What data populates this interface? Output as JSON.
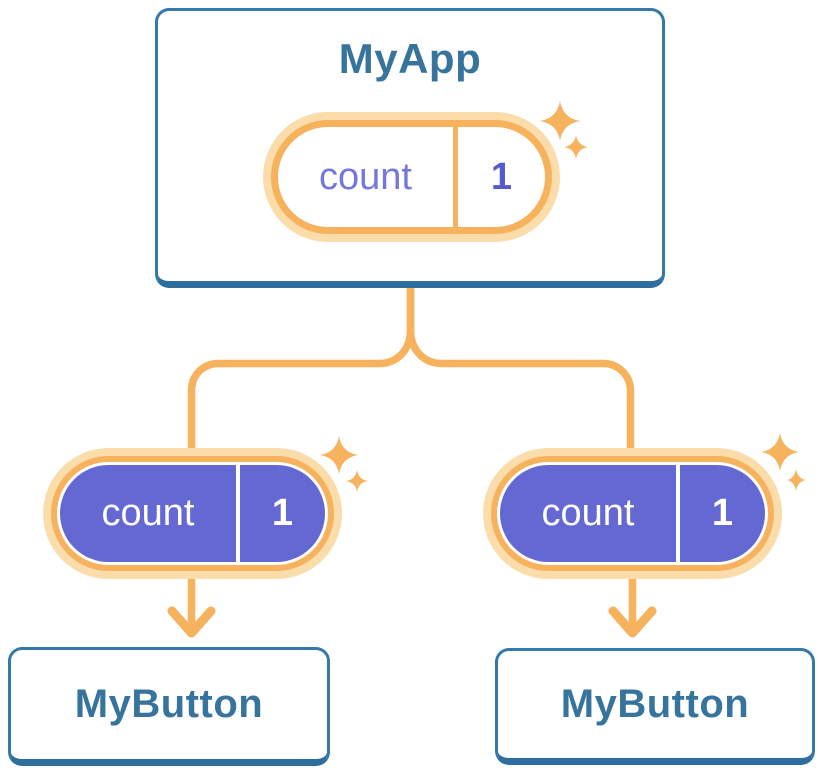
{
  "root_component": {
    "title": "MyApp",
    "state_pill": {
      "label": "count",
      "value": "1"
    }
  },
  "left_child": {
    "title": "MyButton",
    "prop_pill": {
      "label": "count",
      "value": "1"
    }
  },
  "right_child": {
    "title": "MyButton",
    "prop_pill": {
      "label": "count",
      "value": "1"
    }
  },
  "icons": {
    "sparkle": "✦"
  },
  "colors": {
    "background": "#ffffff",
    "card_fill": "#ffffff",
    "card_border": "#3579a8",
    "card_border_bottom": "#2e6e9e",
    "title_text": "#36749d",
    "line_orange": "#f6b25c",
    "glow_peach": "#fbdcab",
    "pill_purple": "#6468d3",
    "pill_label_purple": "#7477dc",
    "pill_value_purple": "#555bce",
    "pill_text_white": "#ffffff"
  }
}
